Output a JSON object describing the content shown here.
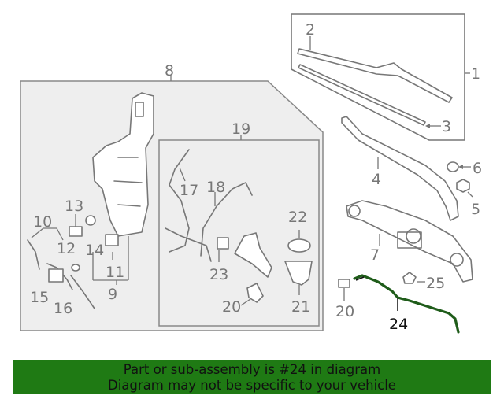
{
  "labels": {
    "l1": "1",
    "l2": "2",
    "l3": "3",
    "l4": "4",
    "l5": "5",
    "l6": "6",
    "l7": "7",
    "l8": "8",
    "l9": "9",
    "l10": "10",
    "l11": "11",
    "l12": "12",
    "l13": "13",
    "l14": "14",
    "l15": "15",
    "l16": "16",
    "l17": "17",
    "l18": "18",
    "l19": "19",
    "l20a": "20",
    "l20b": "20",
    "l21": "21",
    "l22": "22",
    "l23": "23",
    "l24": "24",
    "l25": "25"
  },
  "highlight": {
    "part_number": "24",
    "color": "#1f5c1a"
  },
  "banner": {
    "line1": "Part or sub-assembly is #24 in diagram",
    "line2": "Diagram may not be specific to your vehicle",
    "background": "#1f7a14"
  }
}
